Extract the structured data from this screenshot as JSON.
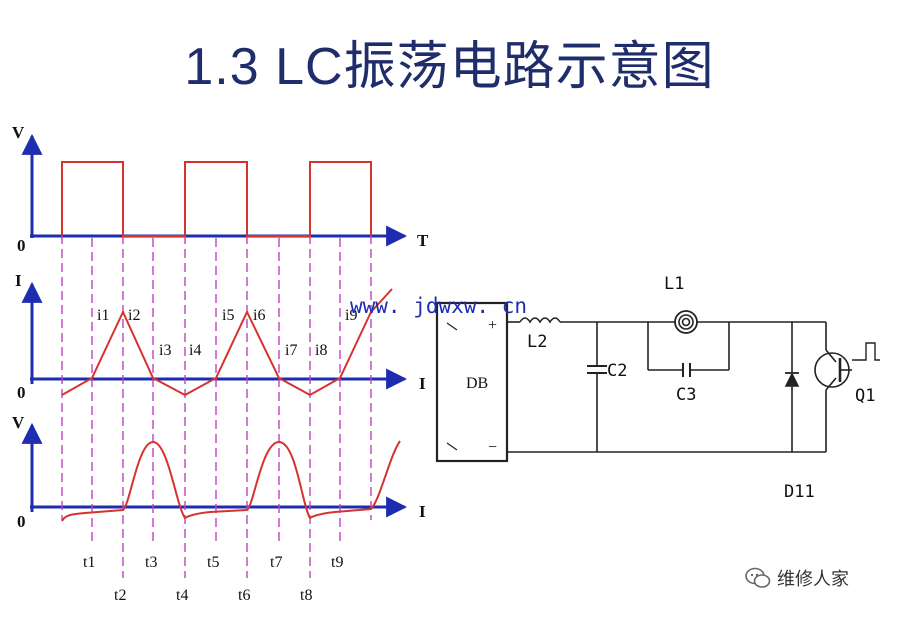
{
  "title": "1.3 LC振荡电路示意图",
  "watermark": "www. jdwxw. cn",
  "brand": "维修人家",
  "waveforms": {
    "voltage_axis": "V",
    "current_axis": "I",
    "time_axis": "T",
    "time_axis_alt": "I",
    "origin": "0",
    "point_labels": [
      "i1",
      "i2",
      "i3",
      "i4",
      "i5",
      "i6",
      "i7",
      "i8",
      "i9"
    ],
    "times_upper": [
      "t1",
      "t3",
      "t5",
      "t7",
      "t9"
    ],
    "times_lower": [
      "t2",
      "t4",
      "t6",
      "t8"
    ]
  },
  "circuit": {
    "bridge_text": "DB",
    "plus": "+",
    "minus": "−",
    "components": {
      "L1": "L1",
      "L2": "L2",
      "C2": "C2",
      "C3": "C3",
      "D11": "D11",
      "Q1": "Q1"
    }
  },
  "colors": {
    "title": "#1f2d6b",
    "axis": "#1e2db0",
    "waveform": "#d6332c",
    "guide": "#c040c8",
    "circuit": "#222222"
  }
}
